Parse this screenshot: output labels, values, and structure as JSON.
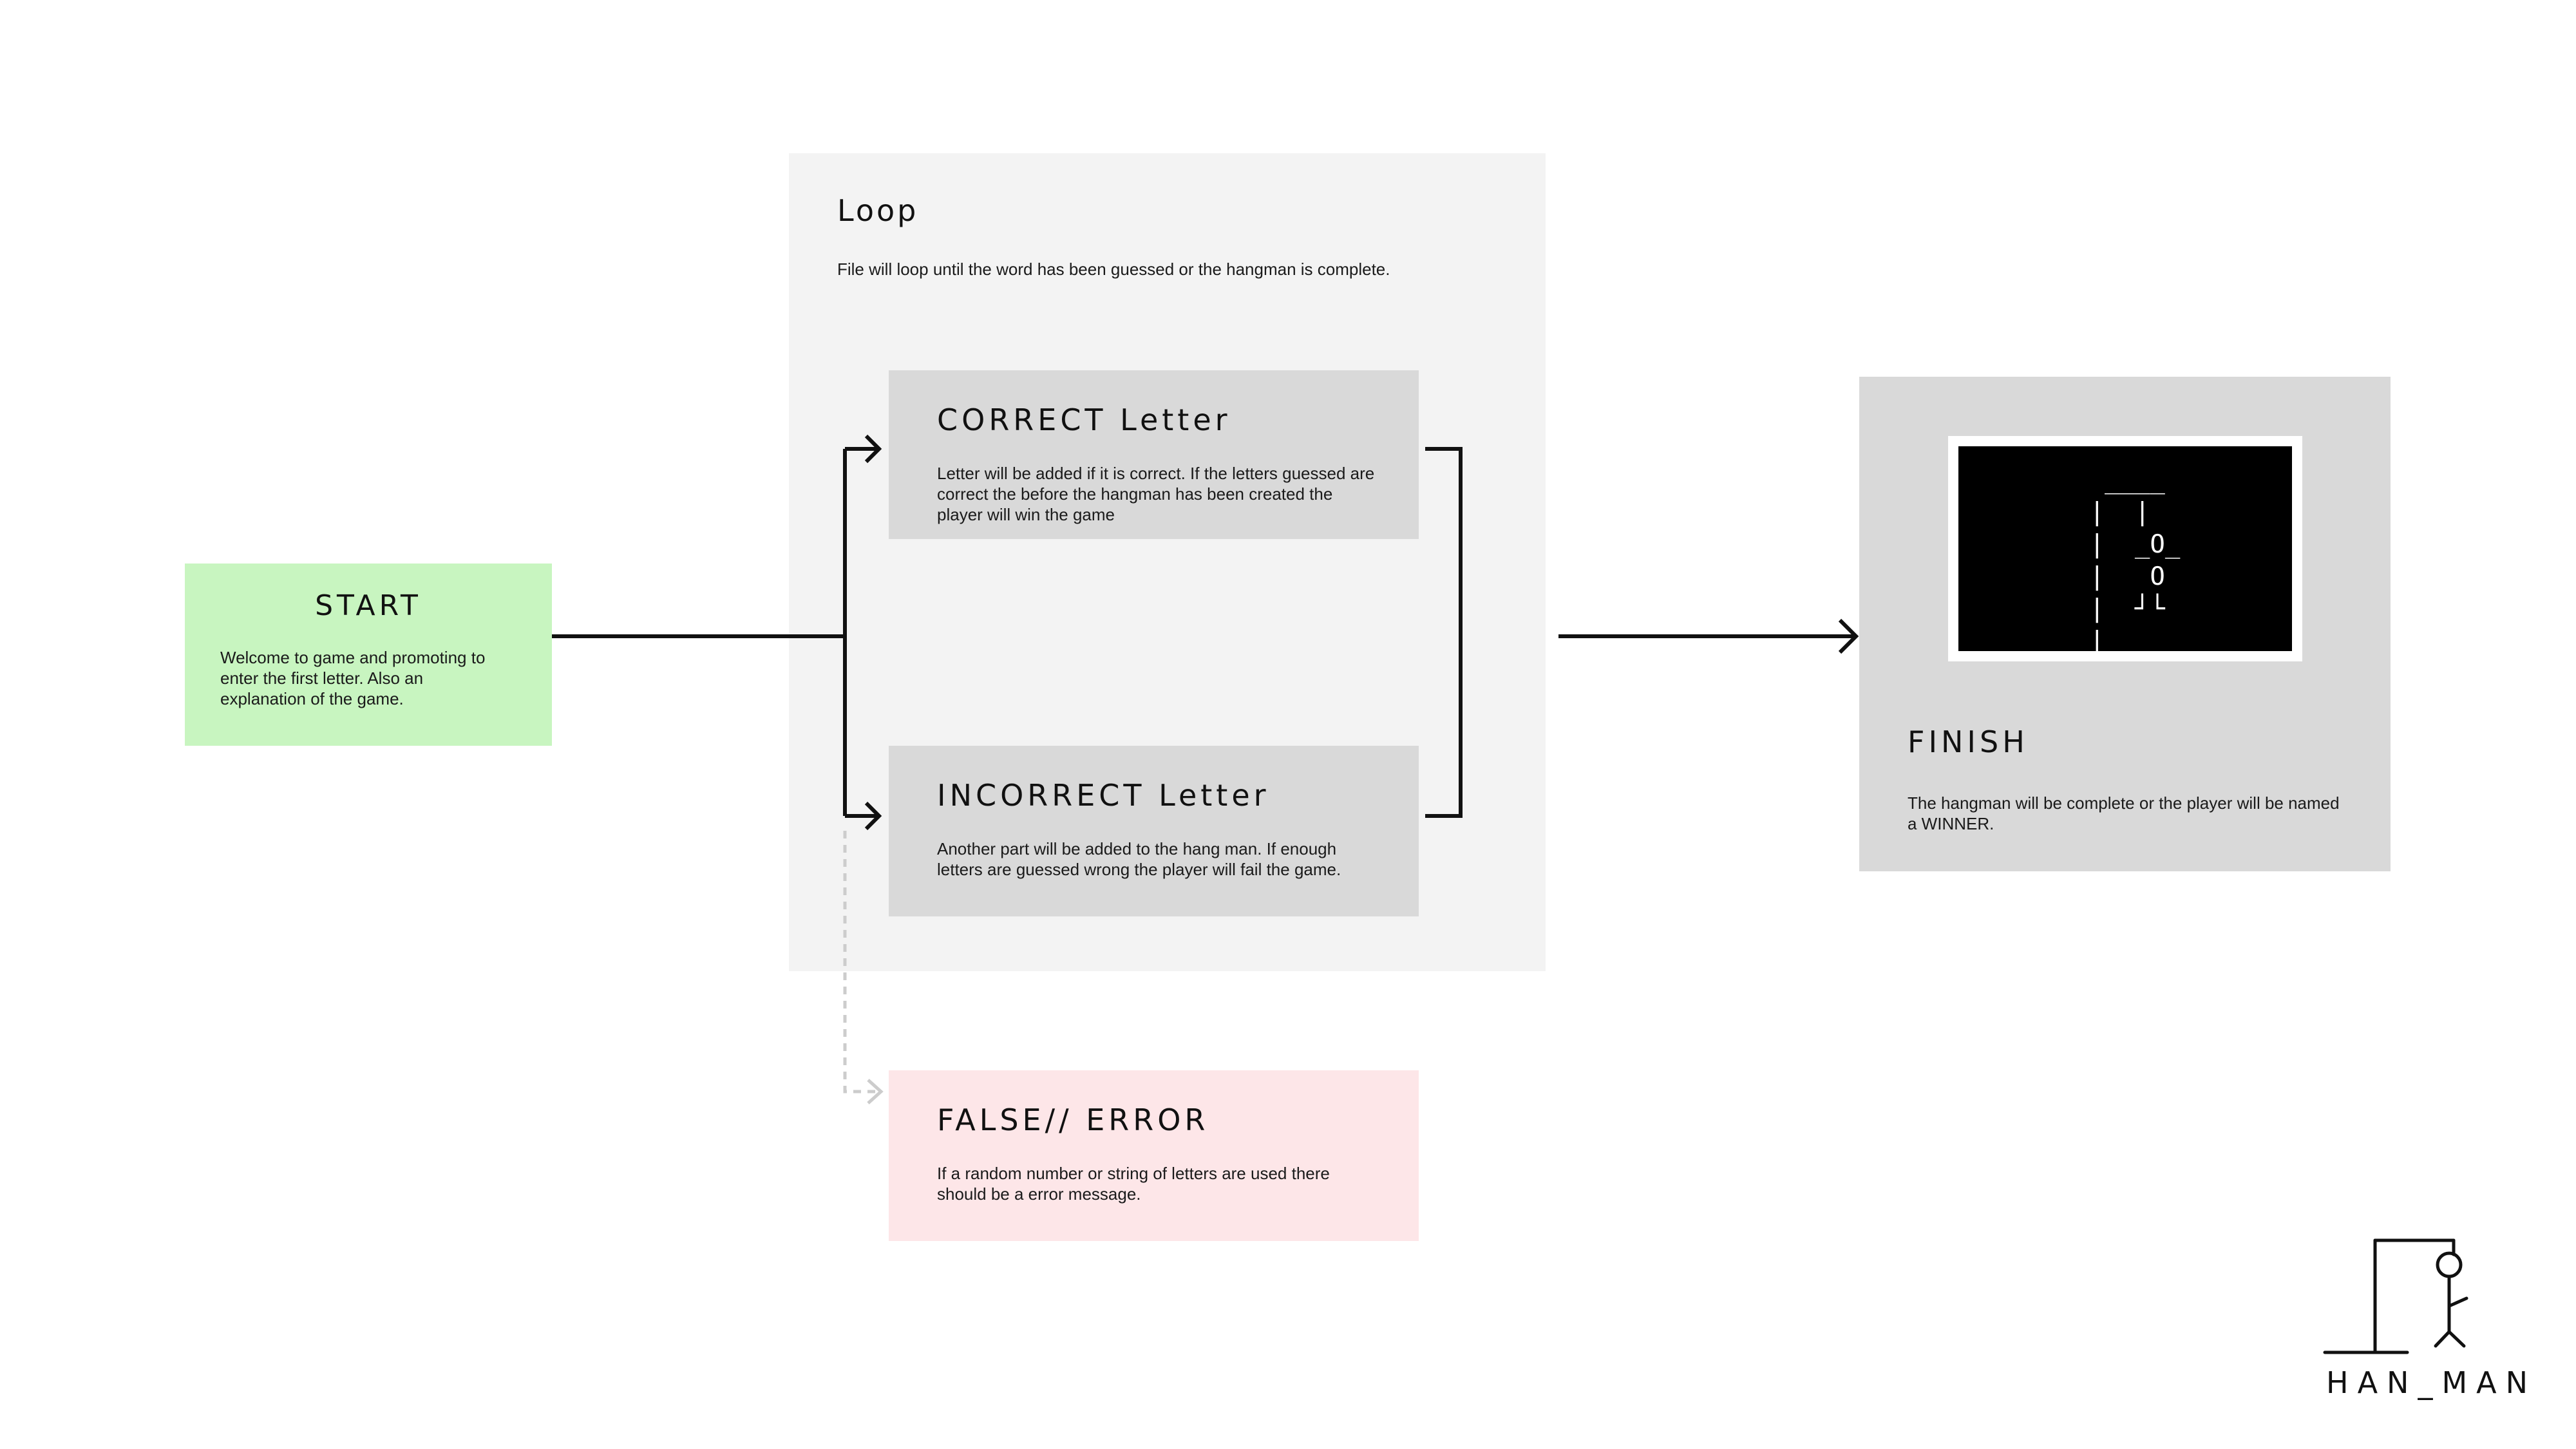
{
  "start": {
    "title": "START",
    "text": "Welcome to game and promoting to enter the first letter. Also an explanation of the game.",
    "color": "#c8f5c0"
  },
  "loop": {
    "title": "Loop",
    "text": "File will loop until the word has been guessed or the hangman is complete.",
    "color": "#f3f3f3"
  },
  "correct": {
    "title": "CORRECT Letter",
    "text": "Letter will be added if it is correct. If the letters guessed are correct the before the hangman has been created the player will win the game",
    "color": "#d9d9d9"
  },
  "incorrect": {
    "title": "INCORRECT Letter",
    "text": "Another part will be added to the hang man. If enough letters are guessed wrong the player will fail the game.",
    "color": "#d9d9d9"
  },
  "error": {
    "title": "FALSE// ERROR",
    "text": "If a random number or string of letters are used there should be a error message.",
    "color": "#fde6e8"
  },
  "finish": {
    "title": "FINISH",
    "text": "The hangman will be complete or the player will be named a WINNER.",
    "color": "#d9d9d9",
    "terminal_art": "  ____\n |  |\n |  _O_\n |   O\n |  ┘└\n_|_________"
  },
  "brand": {
    "text": "HAN_MAN"
  }
}
